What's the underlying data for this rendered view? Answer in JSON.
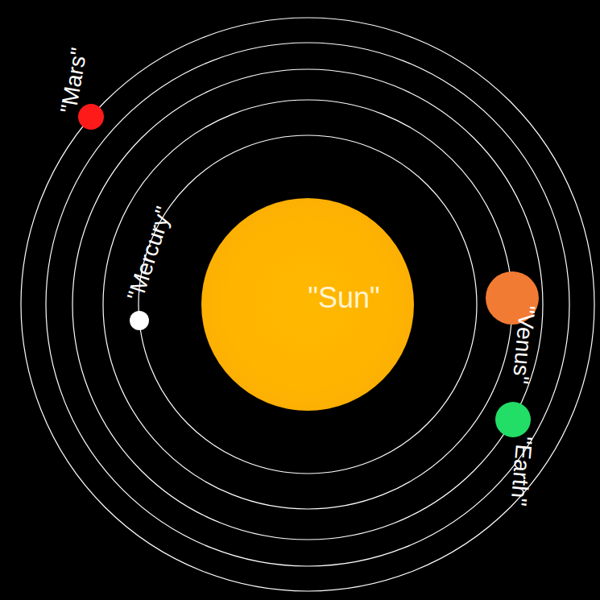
{
  "diagram": {
    "nodes": [
      {
        "text": [
          "\"Sun\""
        ]
      },
      {
        "text": [
          "\"Mars\""
        ]
      },
      {
        "text": [
          "\"Mercury\""
        ]
      },
      {
        "text": [
          "\"Venus\""
        ]
      },
      {
        "text": [
          "\"Earth\""
        ]
      }
    ]
  }
}
